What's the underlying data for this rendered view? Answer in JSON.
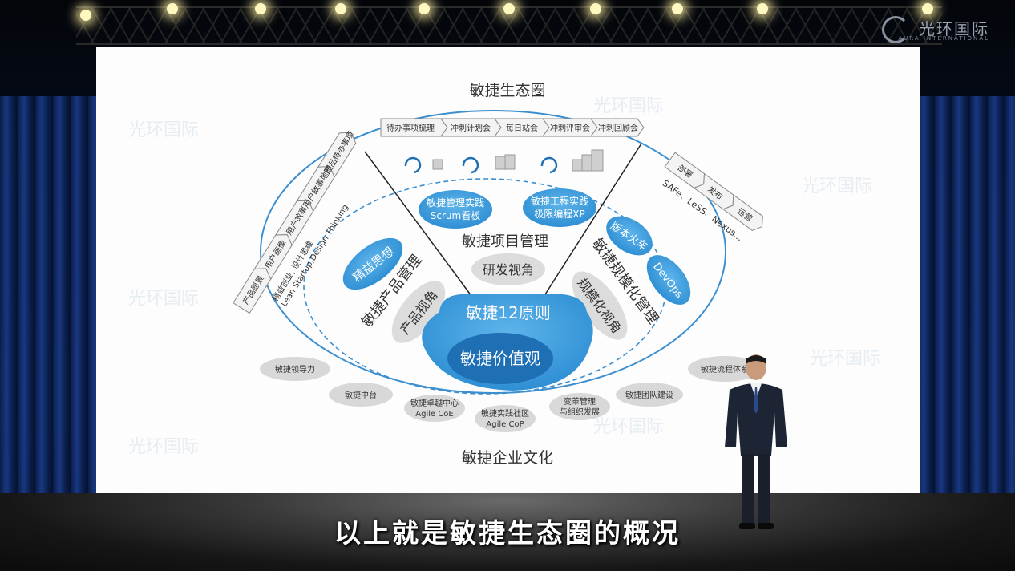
{
  "brand": {
    "name": "光环国际",
    "sub": "AURA INTERNATIONAL"
  },
  "subtitle": "以上就是敏捷生态圈的概况",
  "slide": {
    "title": "敏捷生态圈",
    "footer": "敏捷企业文化",
    "watermark": "光环国际",
    "flow": [
      "待办事项梳理",
      "冲刺计划会",
      "每日站会",
      "冲刺评审会",
      "冲刺回顾会"
    ],
    "left_arrows": [
      "产品愿景",
      "用户画像",
      "用户故事",
      "用户故事地图",
      "产品待办事项"
    ],
    "left_caption": [
      "精益创业, 设计思维",
      "Lean Startup,Design Thinking"
    ],
    "right_arrows": [
      "部署",
      "发布",
      "运营"
    ],
    "right_caption": "SAFe、LeSS、Nexus...",
    "pm": {
      "title": "敏捷项目管理",
      "view": "研发视角",
      "bubble1": [
        "敏捷管理实践",
        "Scrum看板"
      ],
      "bubble2": [
        "敏捷工程实践",
        "极限编程XP"
      ]
    },
    "product": {
      "title": "敏捷产品管理",
      "view": "产品视角",
      "bubble": "精益思想"
    },
    "scale": {
      "title": "敏捷规模化管理",
      "view": "规模化视角",
      "bubble1": "版本火车",
      "bubble2": "DevOps"
    },
    "core": {
      "principles": "敏捷12原则",
      "values": "敏捷价值观"
    },
    "culture": {
      "c1": "敏捷领导力",
      "c2": "敏捷中台",
      "c3": [
        "敏捷卓越中心",
        "Agile CoE"
      ],
      "c4": [
        "敏捷实践社区",
        "Agile CoP"
      ],
      "c5": [
        "变革管理",
        "与组织发展"
      ],
      "c6": "敏捷团队建设",
      "c7": "敏捷流程体系"
    }
  },
  "colors": {
    "blue": "#3b9ad9",
    "blue_dark": "#1f6fb5",
    "grey": "#d8d8d8",
    "accent": "#2b7bc0"
  }
}
